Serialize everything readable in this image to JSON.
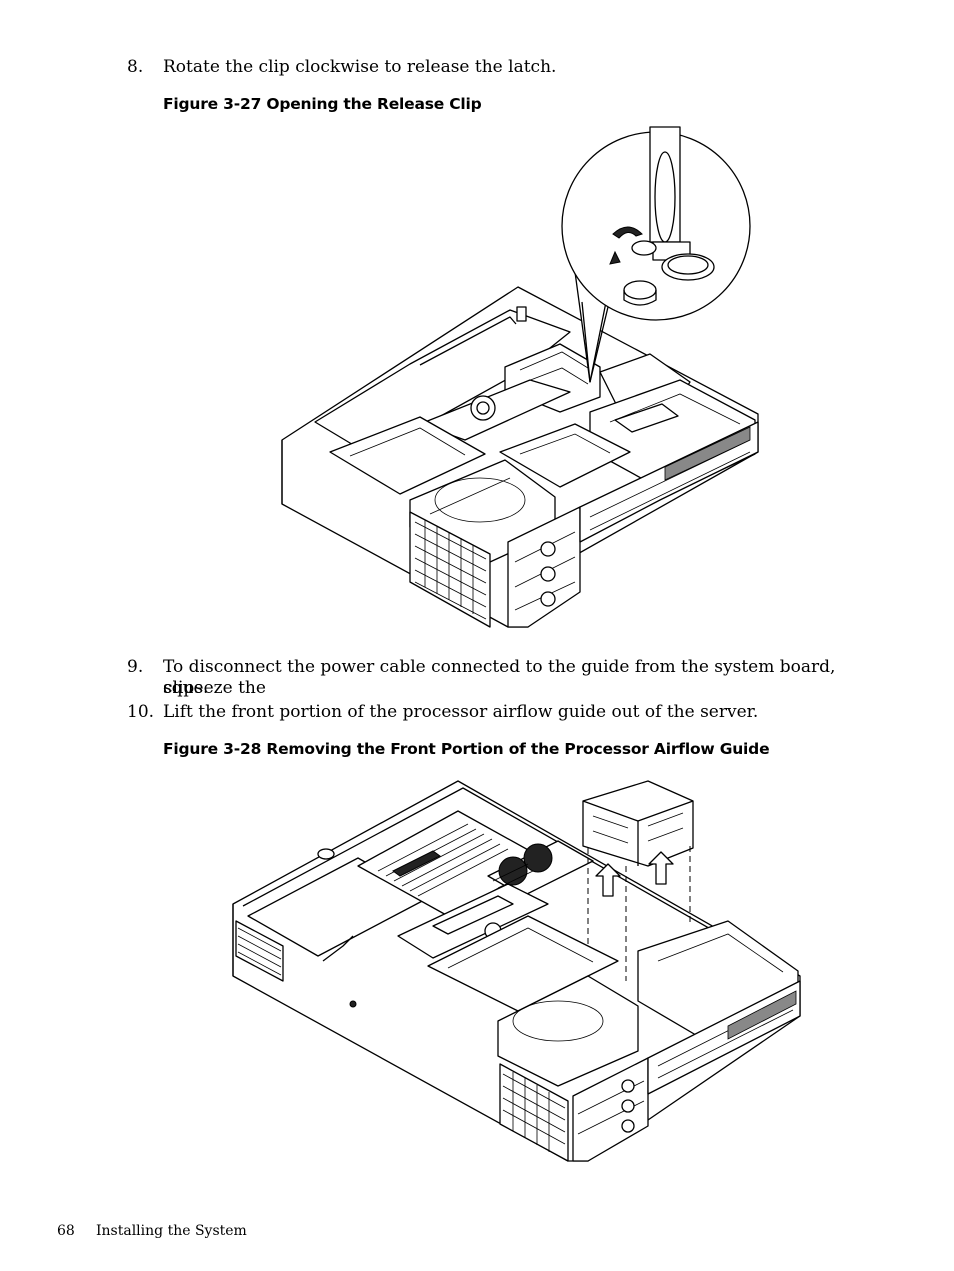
{
  "steps": [
    {
      "num": "8.",
      "text": "Rotate the clip clockwise to release the latch."
    },
    {
      "num": "9.",
      "text_line1": "To disconnect the power cable connected to the guide from the system board, squeeze the",
      "text_line2": "clips."
    },
    {
      "num": "10.",
      "text": "Lift the front portion of the processor airflow guide out of the server."
    }
  ],
  "figures": [
    {
      "caption": "Figure 3-27  Opening the Release Clip"
    },
    {
      "caption": "Figure 3-28  Removing the Front Portion of the Processor Airflow Guide"
    }
  ],
  "footer": {
    "page_number": "68",
    "section": "Installing the System"
  }
}
